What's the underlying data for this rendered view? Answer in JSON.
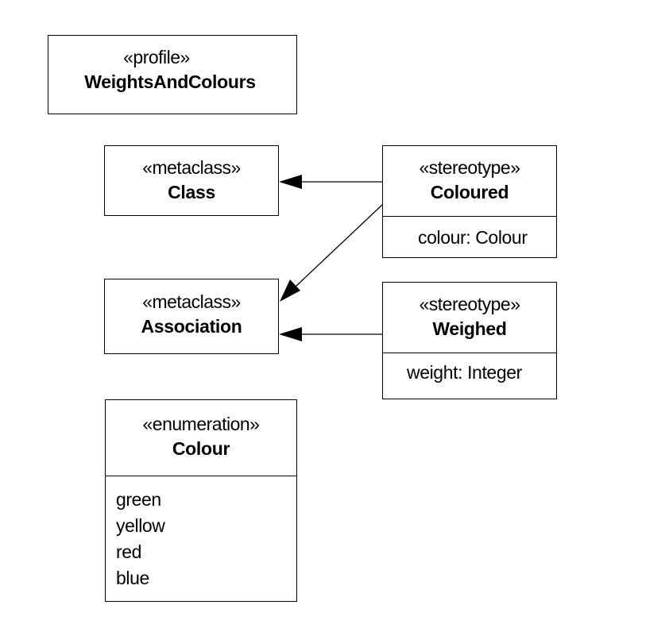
{
  "profile": {
    "stereotype": "«profile»",
    "name": "WeightsAndColours"
  },
  "class_metaclass": {
    "stereotype": "«metaclass»",
    "name": "Class"
  },
  "association_metaclass": {
    "stereotype": "«metaclass»",
    "name": "Association"
  },
  "coloured_stereotype": {
    "stereotype": "«stereotype»",
    "name": "Coloured",
    "attributes": [
      "colour: Colour"
    ]
  },
  "weighed_stereotype": {
    "stereotype": "«stereotype»",
    "name": "Weighed",
    "attributes": [
      "weight: Integer"
    ]
  },
  "colour_enumeration": {
    "stereotype": "«enumeration»",
    "name": "Colour",
    "literals": [
      "green",
      "yellow",
      "red",
      "blue"
    ]
  },
  "colors": {
    "line": "#000000",
    "background": "#ffffff"
  }
}
